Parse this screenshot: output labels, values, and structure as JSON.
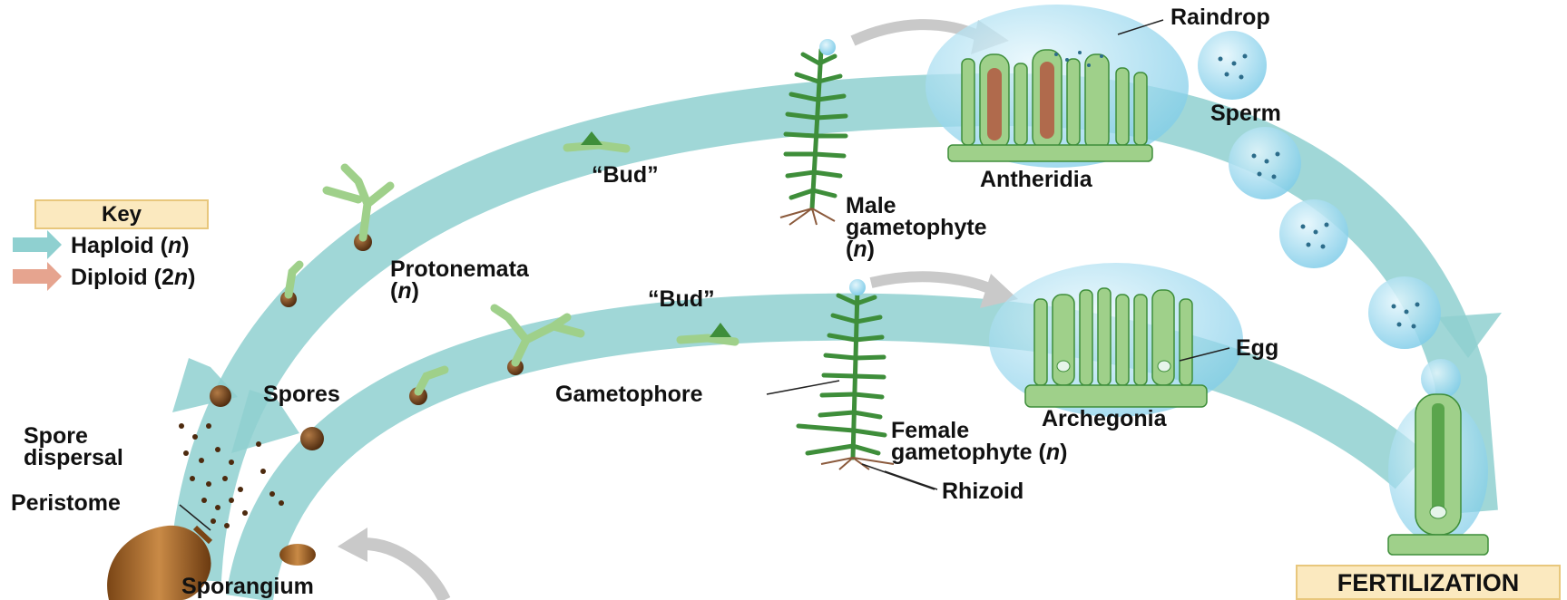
{
  "key": {
    "title": "Key",
    "haploid": "Haploid (n)",
    "diploid": "Diploid (2n)",
    "haploid_color": "#8fd0d0",
    "diploid_color": "#e6a48f"
  },
  "labels": {
    "raindrop": "Raindrop",
    "sperm": "Sperm",
    "antheridia": "Antheridia",
    "bud_upper": "“Bud”",
    "bud_lower": "“Bud”",
    "male_gametophyte_1": "Male",
    "male_gametophyte_2": "gametophyte",
    "male_gametophyte_3": "(n)",
    "protonemata_1": "Protonemata",
    "protonemata_2": "(n)",
    "egg": "Egg",
    "spores": "Spores",
    "gametophore": "Gametophore",
    "archegonia": "Archegonia",
    "spore_dispersal_1": "Spore",
    "spore_dispersal_2": "dispersal",
    "female_gametophyte_1": "Female",
    "female_gametophyte_2": "gametophyte (n)",
    "peristome": "Peristome",
    "rhizoid": "Rhizoid",
    "sporangium": "Sporangium",
    "fertilization": "FERTILIZATION"
  },
  "colors": {
    "pathway": "#8fd0d0",
    "moss_green": "#3e8e3a",
    "cell_green": "#9fd08a",
    "water": "#a9dff2",
    "spore_brown": "#6b3f18"
  }
}
